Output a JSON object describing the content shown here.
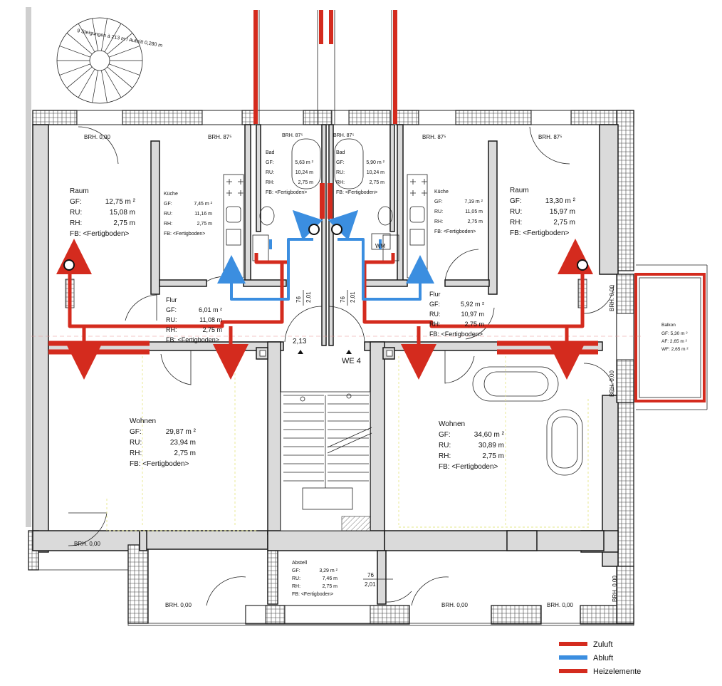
{
  "stair_note": "9 Steigungen à 213 m / Auftritt 0,280 m",
  "window_labels": {
    "brh_000": "BRH. 0,00",
    "brh_875": "BRH. 87⁵"
  },
  "rooms": {
    "raum_left": {
      "name": "Raum",
      "gf": "12,75 m ²",
      "ru": "15,08 m",
      "rh": "2,75 m",
      "fb": "FB: <Fertigboden>"
    },
    "kueche_left": {
      "name": "Küche",
      "gf": "7,45 m ²",
      "ru": "11,16 m",
      "rh": "2,75 m",
      "fb": "FB: <Fertigboden>"
    },
    "bad_left": {
      "name": "Bad",
      "gf": "5,63 m ²",
      "ru": "10,24 m",
      "rh": "2,75 m",
      "fb": "FB: <Fertigboden>"
    },
    "bad_right": {
      "name": "Bad",
      "gf": "5,90 m ²",
      "ru": "10,24 m",
      "rh": "2,75 m",
      "fb": "FB: <Fertigboden>"
    },
    "kueche_right": {
      "name": "Küche",
      "gf": "7,19 m ²",
      "ru": "11,05 m",
      "rh": "2,75 m",
      "fb": "FB: <Fertigboden>"
    },
    "raum_right": {
      "name": "Raum",
      "gf": "13,30 m ²",
      "ru": "15,97 m",
      "rh": "2,75 m",
      "fb": "FB: <Fertigboden>"
    },
    "flur_left": {
      "name": "Flur",
      "gf": "6,01 m ²",
      "ru": "11,08 m",
      "rh": "2,75 m",
      "fb": "FB: <Fertigboden>"
    },
    "flur_right": {
      "name": "Flur",
      "gf": "5,92 m ²",
      "ru": "10,97 m",
      "rh": "2,75 m",
      "fb": "FB: <Fertigboden>"
    },
    "wohnen_left": {
      "name": "Wohnen",
      "gf": "29,87 m ²",
      "ru": "23,94 m",
      "rh": "2,75 m",
      "fb": "FB: <Fertigboden>"
    },
    "wohnen_right": {
      "name": "Wohnen",
      "gf": "34,60 m ²",
      "ru": "30,89 m",
      "rh": "2,75 m",
      "fb": "FB: <Fertigboden>"
    },
    "abstell": {
      "name": "Abstell",
      "gf": "3,29 m ²",
      "ru": "7,46 m",
      "rh": "2,75 m",
      "fb": "FB: <Fertigboden>"
    },
    "balkon": {
      "name": "Balkon",
      "gf": "GF: 5,30 m ²",
      "af": "AF: 2,65 m ²",
      "wf": "WF: 2,65 m ²"
    }
  },
  "field_keys": {
    "gf": "GF:",
    "ru": "RU:",
    "rh": "RH:"
  },
  "door_dims": {
    "top": "76",
    "bottom": "2,01"
  },
  "stair_height": "2,13",
  "unit_label": "WE 4",
  "wm_label": "WM",
  "legend": [
    {
      "label": "Zuluft",
      "color": "#d42b1e"
    },
    {
      "label": "Abluft",
      "color": "#3b8ee0"
    },
    {
      "label": "Heizelemente",
      "color": "#d42b1e"
    }
  ]
}
